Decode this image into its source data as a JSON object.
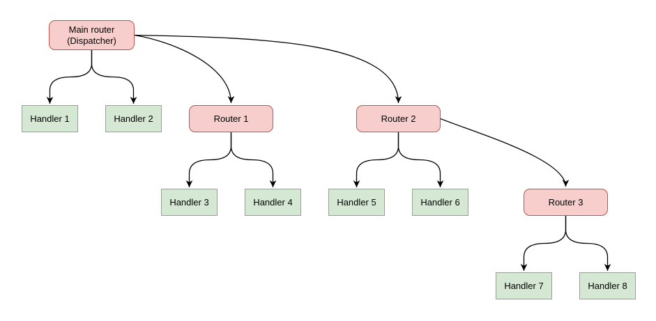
{
  "colors": {
    "background": "#ffffff",
    "edge": "#000000",
    "router_fill": "#f8cecc",
    "router_stroke": "#b85450",
    "handler_fill": "#d5e8d4",
    "handler_stroke": "#82b366"
  },
  "nodes": {
    "main": {
      "type": "router",
      "line1": "Main router",
      "line2": "(Dispatcher)"
    },
    "router1": {
      "type": "router",
      "label": "Router 1"
    },
    "router2": {
      "type": "router",
      "label": "Router 2"
    },
    "router3": {
      "type": "router",
      "label": "Router 3"
    },
    "handler1": {
      "type": "handler",
      "label": "Handler 1"
    },
    "handler2": {
      "type": "handler",
      "label": "Handler 2"
    },
    "handler3": {
      "type": "handler",
      "label": "Handler 3"
    },
    "handler4": {
      "type": "handler",
      "label": "Handler 4"
    },
    "handler5": {
      "type": "handler",
      "label": "Handler 5"
    },
    "handler6": {
      "type": "handler",
      "label": "Handler 6"
    },
    "handler7": {
      "type": "handler",
      "label": "Handler 7"
    },
    "handler8": {
      "type": "handler",
      "label": "Handler 8"
    }
  },
  "edges": [
    {
      "from": "main",
      "to": "handler1"
    },
    {
      "from": "main",
      "to": "handler2"
    },
    {
      "from": "main",
      "to": "router1"
    },
    {
      "from": "main",
      "to": "router2"
    },
    {
      "from": "router1",
      "to": "handler3"
    },
    {
      "from": "router1",
      "to": "handler4"
    },
    {
      "from": "router2",
      "to": "handler5"
    },
    {
      "from": "router2",
      "to": "handler6"
    },
    {
      "from": "router2",
      "to": "router3"
    },
    {
      "from": "router3",
      "to": "handler7"
    },
    {
      "from": "router3",
      "to": "handler8"
    }
  ]
}
